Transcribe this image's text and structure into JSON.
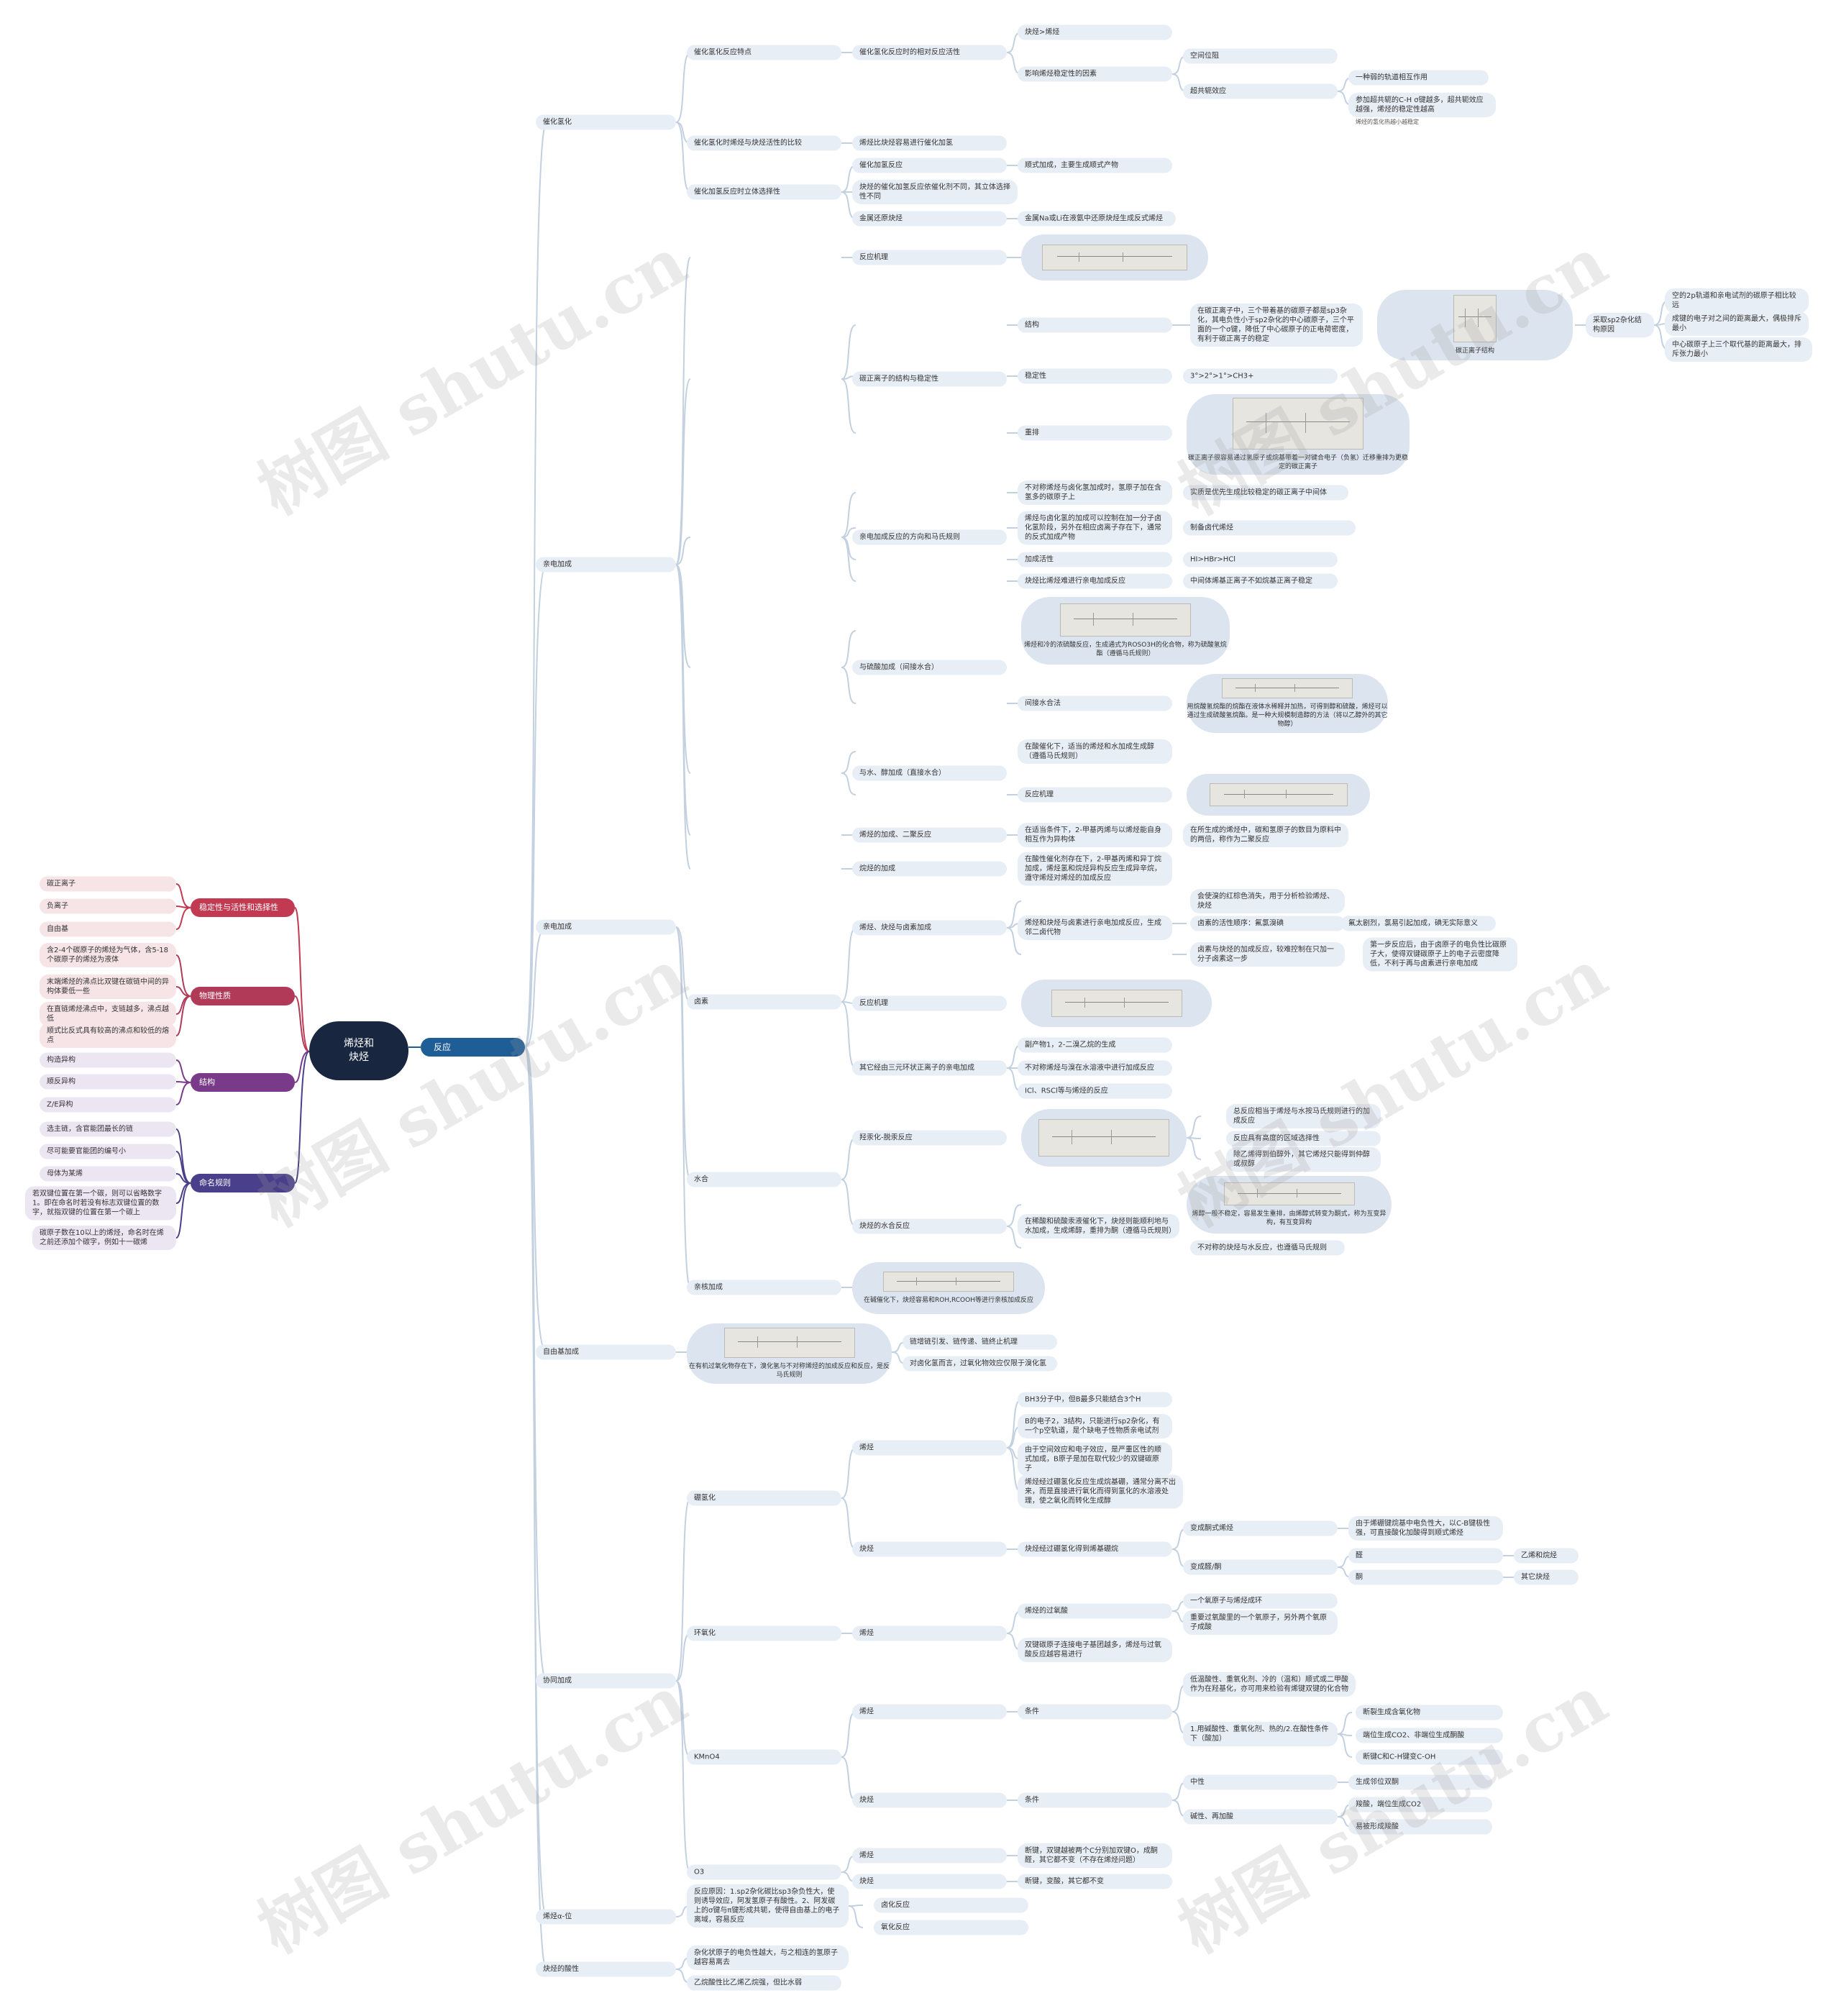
{
  "root": {
    "line1": "烯烃和",
    "line2": "炔烃"
  },
  "center": "反应",
  "left": {
    "stability": {
      "label": "稳定性与活性和选择性",
      "items": [
        "碳正离子",
        "负离子",
        "自由基"
      ]
    },
    "physical": {
      "label": "物理性质",
      "items": [
        "含2-4个碳原子的烯烃为气体，含5-18个碳原子的烯烃为液体",
        "末端烯烃的沸点比双键在碳链中间的异构体要低一些",
        "在直链烯烃沸点中，支链越多，沸点越低",
        "顺式比反式具有较高的沸点和较低的熔点"
      ]
    },
    "structure": {
      "label": "结构",
      "items": [
        "构造异构",
        "顺反异构",
        "Z/E异构"
      ]
    },
    "naming": {
      "label": "命名规则",
      "items": [
        "选主链，含官能团最长的链",
        "尽可能要官能团的编号小",
        "母体为某烯",
        "若双键位置在第一个碳，则可以省略数字1。即在命名时若没有标志双键位置的数字，就指双键的位置在第一个碳上",
        "碳原子数在10以上的烯烃，命名时在烯之前还添加个碳字，例如十一碳烯"
      ]
    }
  },
  "catalytic_h": {
    "label": "催化氢化",
    "features": "催化氢化反应特点",
    "relstab": "催化氢化反应时的相对反应活性",
    "alkyne_alkene": "炔烃>烯烃",
    "factors": "影响烯烃稳定性的因素",
    "steric": "空间位阻",
    "hyperconj": "超共轭效应",
    "hc1": "一种弱的轨道相互作用",
    "hc2": "参加超共轭的C-H σ键越多，超共轭效应越强，烯烃的稳定性越高",
    "heat_note": "烯烃的氢化热越小越稳定",
    "compare": "催化氢化时烯烃与炔烃活性的比较",
    "compare_ans": "烯烃比炔烃容易进行催化加氢",
    "stereo": "催化加氢反应时立体选择性",
    "cat_h": "催化加氢反应",
    "cis_add": "顺式加成，主要生成顺式产物",
    "alkyne_diff": "炔烃的催化加氢反应依催化剂不同，其立体选择性不同",
    "metal": "金属还原炔烃",
    "metal_ans": "金属Na或Li在液氨中还原炔烃生成反式烯烃"
  },
  "electrophilic": {
    "label": "亲电加成",
    "mechanism": "反应机理",
    "carbocation": "碳正离子的结构与稳定性",
    "struct": "结构",
    "struct_text": "在碳正离子中，三个带着基的碳原子都是sp3杂化，其电负性小于sp2杂化的中心碳原子，三个平面的一个σ键，降低了中心碳原子的正电荷密度，有利于碳正离子的稳定",
    "cation_caption": "碳正离子结构",
    "sp2": "采取sp2杂化结构原因",
    "sp2_1": "空的2p轨道和亲电试剂的碳原子相比较远",
    "sp2_2": "成键的电子对之间的距离最大，偶极排斥最小",
    "sp2_3": "中心碳原子上三个取代基的距离最大，排斥张力最小",
    "stability": "稳定性",
    "stab_order": "3°>2°>1°>CH3+",
    "rearr": "重排",
    "rearr_caption": "碳正离子很容易通过氢原子或烷基带着一对键合电子（负氢）迁移重排为更稳定的碳正离子",
    "orient": "亲电加成反应的方向和马氏规则",
    "or1": "不对称烯烃与卤化氢加成时，氢原子加在含氢多的碳原子上",
    "or1a": "实质是优先生成比较稳定的碳正离子中间体",
    "or2": "烯烃与卤化氢的加成可以控制在加一分子卤化氢阶段，另外在相应卤离子存在下，通常的反式加成产物",
    "or2a": "制备卤代烯烃",
    "act": "加成活性",
    "act_ans": "HI>HBr>HCl",
    "alk": "炔烃比烯烃难进行亲电加成反应",
    "alk_ans": "中间体烯基正离子不如烷基正离子稳定",
    "sulf": "与硫酸加成（间接水合）",
    "sulf_caption": "烯烃和冷的浓硫酸反应，生成通式为ROSO3H的化合物，称为硫酸氢烷酯（遵循马氏规则）",
    "indirect": "间接水合法",
    "indirect_caption": "用烷酸氢烷酯的烷酯在液体水稀释并加热，可得到醇和硫酸，烯烃可以通过生成硫酸氢烷酯。是一种大规模制造醇的方法（将以乙醇外的其它物醇）",
    "water": "与水、醇加成（直接水合）",
    "water_1": "在酸催化下，适当的烯烃和水加成生成醇（遵循马氏规则）",
    "water_mech": "反应机理",
    "conj": "烯烃的加成、二聚反应",
    "conj_1": "在适当条件下，2-甲基丙烯与以烯烃能自身相互作为异构体",
    "conj_2": "在所生成的烯烃中，碳和氢原子的数目为原料中的两倍，称作为二聚反应",
    "alkane": "烷烃的加成",
    "alkane_1": "在酸性催化剂存在下，2-甲基丙烯和异丁烷加成，烯烃氢和烷烃异构反应生成异辛烷，遵守烯烃对烯烃的加成反应"
  },
  "free": {
    "label": "亲电加成",
    "halo": "卤素",
    "alkene_alkyne": "烯烃、炔烃与卤素加成",
    "text": "烯烃和炔烃与卤素进行亲电加成反应，生成邻二卤代物",
    "k1": "会使溴的红棕色消失，用于分析检验烯烃、炔烃",
    "k2": "卤素的活性顺序：氟氯溴碘",
    "k2a": "氟太剧烈，氯易引起加成，碘无实际意义",
    "k3": "卤素与炔烃的加成反应，较难控制在只加一分子卤素这一步",
    "k3a": "第一步反应后，由于卤原子的电负性比碳原子大，使得双键碳原子上的电子云密度降低，不利于再与卤素进行亲电加成",
    "mech": "反应机理",
    "three": "其它经由三元环状正离子的亲电加成",
    "t1": "副产物1，2-二溴乙烷的生成",
    "t2": "不对称烯烃与溴在水溶液中进行加成反应",
    "t3": "ICl、RSCl等与烯烃的反应"
  },
  "hydro": {
    "label": "水合",
    "oxy": "羟汞化-脱汞反应",
    "o1": "总反应相当于烯烃与水按马氏规则进行的加成反应",
    "o2": "反应具有高度的区域选择性",
    "o3": "除乙烯得到伯醇外，其它烯烃只能得到仲醇或叔醇",
    "alk": "炔烃的水合反应",
    "alk_1": "在稀酸和硫酸汞液催化下，炔烃则能顺利地与水加成，生成烯醇，重排为酮（遵循马氏规则）",
    "alk_2": "烯醇一般不稳定，容易发生重排，由烯醇式转变为酮式，称为互变异构，有互变异构",
    "alk_3": "不对称的炔烃与水反应，也遵循马氏规则",
    "nuc": "亲核加成",
    "nuc_caption": "在碱催化下，炔烃容易和ROH,RCOOH等进行亲核加成反应"
  },
  "radical": {
    "label": "自由基加成",
    "caption": "在有机过氧化物存在下，溴化氢与不对称烯烃的加成反应和反应，是反马氏规则",
    "r1": "链增链引发、链传递、链终止机理",
    "r2": "对卤化氢而言，过氧化物效应仅限于溴化氢"
  },
  "synergy": {
    "label": "协同加成",
    "hb": "硼氢化",
    "alkene": "烯烃",
    "hb1": "BH3分子中，但B最多只能结合3个H",
    "hb2": "B的电子2，3结构，只能进行sp2杂化，有一个p空轨道，是个缺电子性物质亲电试剂",
    "hb3": "由于空间效应和电子效应，是严重区性的顺式加成，B原子是加在取代较少的双键碳原子",
    "hb4": "烯烃经过硼氢化反应生成烷基硼，通常分离不出来，而是直接进行氧化而得到氢化的水溶液处理，使之氧化而转化生成醇",
    "alkyne": "炔烃",
    "hb_alk": "炔烃经过硼氢化得到烯基硼烷",
    "h_enol": "变成酮式烯烃",
    "h_enol_a": "由于烯硼键烷基中电负性大，以C-B键极性强，可直接酸化加酸得到顺式烯烃",
    "h_ox": "变成醛/酮",
    "ald": "醛",
    "ald_a": "乙烯和烷烃",
    "ket": "酮",
    "ket_a": "其它炔烃",
    "epox": "环氧化",
    "ep_alkene": "烯烃",
    "ep1": "烯烃的过氧酸",
    "ep1a": "一个氧原子与烯烃成环",
    "ep1b": "重要过氧酸里的一个氧原子，另外两个氧原子成酸",
    "ep2": "双键碳原子连接电子基团越多，烯烃与过氧酸反应越容易进行",
    "kmno": "KMnO4",
    "km_alkene": "烯烃",
    "km_cond": "条件",
    "km1": "低温酸性、重氧化剂、冷的（温和）顺式或二甲酸作为在羟基化，亦可用来检验有烯键双键的化合物",
    "km2": "1.用碱酸性、重氧化剂、热的/2.在酸性条件下（酸加）",
    "km2a": "断裂生成含氧化物",
    "km2b": "端位生成CO2、非端位生成酮酸",
    "km2c": "断键C和C-H键变C-OH",
    "km_alkyne": "炔烃",
    "km_cond2": "条件",
    "neutral": "中性",
    "neutral_a": "生成邻位双酮",
    "basic": "碱性、再加酸",
    "basic_a": "羧酸，端位生成CO2",
    "basic_b": "易被形成羧酸",
    "o3": "O3",
    "o3_alkene": "烯烃",
    "o3_alk_a": "断键，双键越被两个C分别加双键O，成酮醛，其它都不变（不存在烯烃问题）",
    "o3_alkyne": "炔烃",
    "o3_alkyne_a": "断键，变酸，其它都不变"
  },
  "alpha": {
    "label": "烯烃α-位",
    "text": "反应原因：1.sp2杂化碳比sp3杂负性大，使则诱导效应，阿发氢原子有酸性。2、阿发碳上的σ键与π键形成共轭，使得自由基上的电子离域，容易反应",
    "a1": "卤化反应",
    "a2": "氧化反应"
  },
  "acid": {
    "label": "炔烃的酸性",
    "a1": "杂化状原子的电负性越大，与之相连的氢原子越容易离去",
    "a2": "乙烷酸性比乙烯乙烷强，但比水弱"
  },
  "watermark": "树图 shutu.cn"
}
